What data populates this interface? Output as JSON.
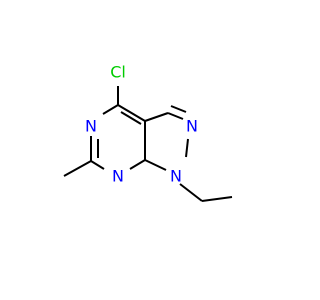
{
  "molecule": {
    "atoms": {
      "chlorine": "Cl",
      "n3": "N",
      "n1": "N",
      "n_pyrazole_top": "N",
      "n_pyrazole_bottom": "N"
    },
    "colors": {
      "chlorine": "#00cc00",
      "nitrogen": "#0000ff",
      "carbon_bonds": "#000000"
    }
  }
}
